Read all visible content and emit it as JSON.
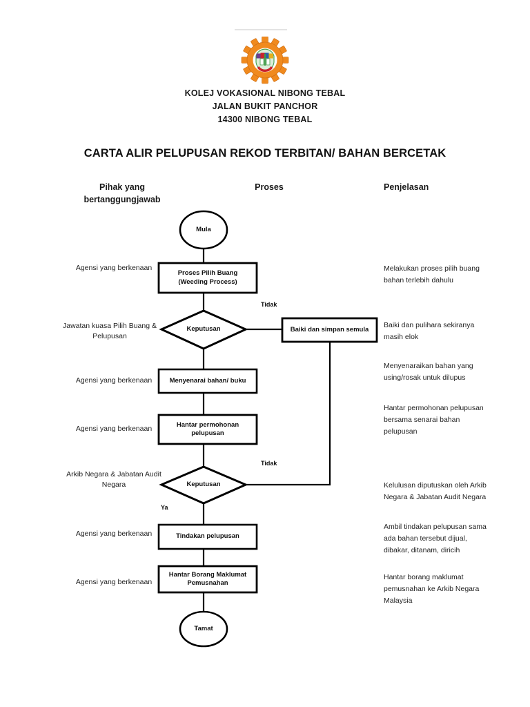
{
  "header": {
    "rule": "divider-line",
    "logo_alt": "kolej-vokasional-gear-crest-logo",
    "organization": [
      "KOLEJ VOKASIONAL NIBONG TEBAL",
      "JALAN BUKIT PANCHOR",
      "14300 NIBONG TEBAL"
    ],
    "document_title": "CARTA ALIR PELUPUSAN REKOD TERBITAN/ BAHAN BERCETAK"
  },
  "columns": {
    "left": "Pihak yang bertanggungjawab",
    "middle": "Proses",
    "right": "Penjelasan"
  },
  "flow": {
    "nodes": [
      {
        "id": "start",
        "type": "terminator",
        "label": "Mula"
      },
      {
        "id": "weeding",
        "type": "process",
        "label": "Proses Pilih Buang\n(Weeding Process)"
      },
      {
        "id": "decision1",
        "type": "decision",
        "label": "Keputusan"
      },
      {
        "id": "repair",
        "type": "process",
        "label": "Baiki dan simpan semula"
      },
      {
        "id": "list",
        "type": "process",
        "label": "Menyenarai bahan/ buku"
      },
      {
        "id": "request",
        "type": "process",
        "label": "Hantar permohonan\npelupusan"
      },
      {
        "id": "decision2",
        "type": "decision",
        "label": "Keputusan"
      },
      {
        "id": "action",
        "type": "process",
        "label": "Tindakan pelupusan"
      },
      {
        "id": "form",
        "type": "process",
        "label": "Hantar Borang Maklumat\nPemusnahan"
      },
      {
        "id": "end",
        "type": "terminator",
        "label": "Tamat"
      }
    ],
    "edge_labels": [
      {
        "id": "tidak1",
        "text": "Tidak"
      },
      {
        "id": "tidak2",
        "text": "Tidak"
      },
      {
        "id": "ya",
        "text": "Ya"
      }
    ]
  },
  "roles": [
    {
      "id": "role-weeding",
      "text": "Agensi yang berkenaan"
    },
    {
      "id": "role-decision1",
      "text": "Jawatan kuasa Pilih Buang & Pelupusan"
    },
    {
      "id": "role-list",
      "text": "Agensi yang berkenaan"
    },
    {
      "id": "role-request",
      "text": "Agensi yang berkenaan"
    },
    {
      "id": "role-decision2",
      "text": "Arkib Negara & Jabatan Audit Negara"
    },
    {
      "id": "role-action",
      "text": "Agensi yang berkenaan"
    },
    {
      "id": "role-form",
      "text": "Agensi yang berkenaan"
    }
  ],
  "notes": [
    {
      "id": "note-weeding",
      "text": "Melakukan proses pilih buang bahan terlebih dahulu"
    },
    {
      "id": "note-repair",
      "text": "Baiki dan pulihara sekiranya masih elok"
    },
    {
      "id": "note-list",
      "text": "Menyenaraikan bahan yang using/rosak untuk dilupus"
    },
    {
      "id": "note-request",
      "text": "Hantar permohonan pelupusan bersama senarai bahan pelupusan"
    },
    {
      "id": "note-decision2",
      "text": "Kelulusan diputuskan oleh Arkib Negara & Jabatan Audit Negara"
    },
    {
      "id": "note-action",
      "text": "Ambil tindakan pelupusan sama ada bahan tersebut dijual, dibakar, ditanam, diricih"
    },
    {
      "id": "note-form",
      "text": "Hantar borang maklumat pemusnahan ke Arkib Negara Malaysia"
    }
  ],
  "colors": {
    "logo_gear": "#F08A1E",
    "logo_gear_dark": "#C96A12",
    "crest_green": "#3E9B46",
    "crest_purple": "#6E3B8E",
    "crest_red": "#C9232C",
    "crest_blue": "#2C5FA8",
    "stroke": "#000000",
    "rule": "#e3e3e3",
    "text": "#222222"
  }
}
